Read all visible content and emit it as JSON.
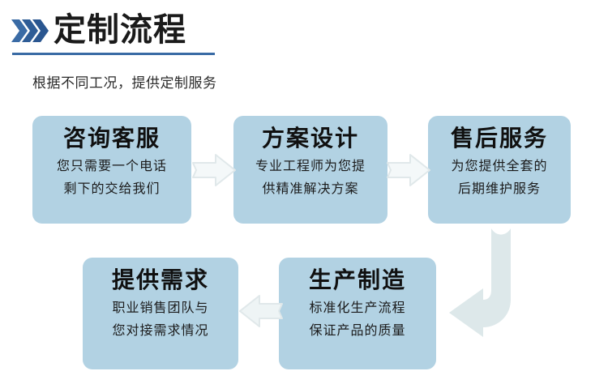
{
  "header": {
    "icon": "triple-chevron-icon",
    "title": "定制流程",
    "subtitle": "根据不同工况，提供定制服务",
    "accent_color": "#3a6ba5"
  },
  "theme": {
    "box_fill": "#b2d2e3",
    "arrow_fill": "#f2f6f7",
    "arrow_stroke": "#dde6e9",
    "bent_arrow_fill": "#dde8ea",
    "title_color": "#101010",
    "page_background": "#ffffff"
  },
  "flow": {
    "steps": [
      {
        "id": "step-1",
        "title": "咨询客服",
        "lines": [
          "您只需要一个电话",
          "剩下的交给我们"
        ]
      },
      {
        "id": "step-2",
        "title": "方案设计",
        "lines": [
          "专业工程师为您提",
          "供精准解决方案"
        ]
      },
      {
        "id": "step-3",
        "title": "售后服务",
        "lines": [
          "为您提供全套的",
          "后期维护服务"
        ]
      },
      {
        "id": "step-4",
        "title": "提供需求",
        "lines": [
          "职业销售团队与",
          "您对接需求情况"
        ]
      },
      {
        "id": "step-5",
        "title": "生产制造",
        "lines": [
          "标准化生产流程",
          "保证产品的质量"
        ]
      }
    ],
    "connectors": [
      {
        "id": "connector-1",
        "icon": "arrow-right-icon",
        "from": "step-1",
        "to": "step-2"
      },
      {
        "id": "connector-2",
        "icon": "arrow-right-icon",
        "from": "step-2",
        "to": "step-3"
      },
      {
        "id": "connector-3",
        "icon": "arrow-bend-down-left-icon",
        "from": "step-3",
        "to": "step-5"
      },
      {
        "id": "connector-4",
        "icon": "arrow-left-icon",
        "from": "step-5",
        "to": "step-4"
      }
    ]
  }
}
